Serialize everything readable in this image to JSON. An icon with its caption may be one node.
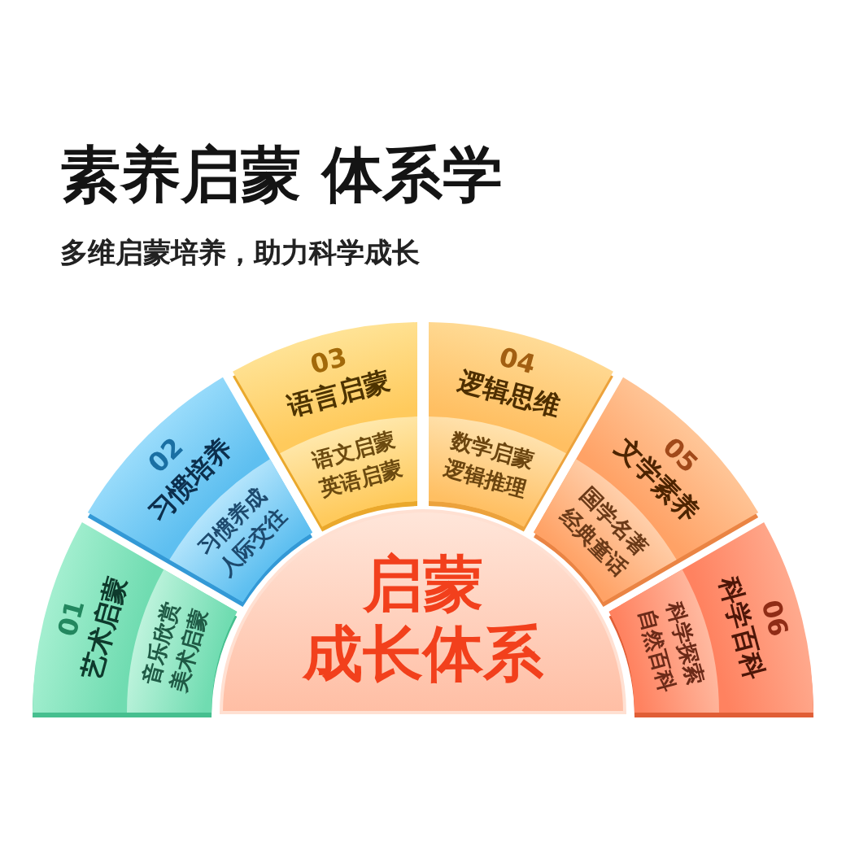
{
  "diagram": {
    "title": "素养启蒙 体系学",
    "nodes": [
      {
        "text": [
          "01",
          "艺术启蒙",
          "音乐欣赏美术启蒙"
        ]
      },
      {
        "text": [
          "02",
          "习惯培养",
          "习惯养成人际交往"
        ]
      },
      {
        "text": [
          "03",
          "语言启蒙",
          "语文启蒙英语启蒙"
        ]
      },
      {
        "text": [
          "04",
          "逻辑思维",
          "数学启蒙逻辑推理"
        ]
      },
      {
        "text": [
          "05",
          "文学素养",
          "国学名著经典童话"
        ]
      },
      {
        "text": [
          "06",
          "科学百科",
          "科学探索自然百科"
        ]
      },
      {
        "text": [
          "启蒙成长体系"
        ]
      }
    ],
    "labels": [
      "多维启蒙培养，助力科学成长"
    ]
  }
}
